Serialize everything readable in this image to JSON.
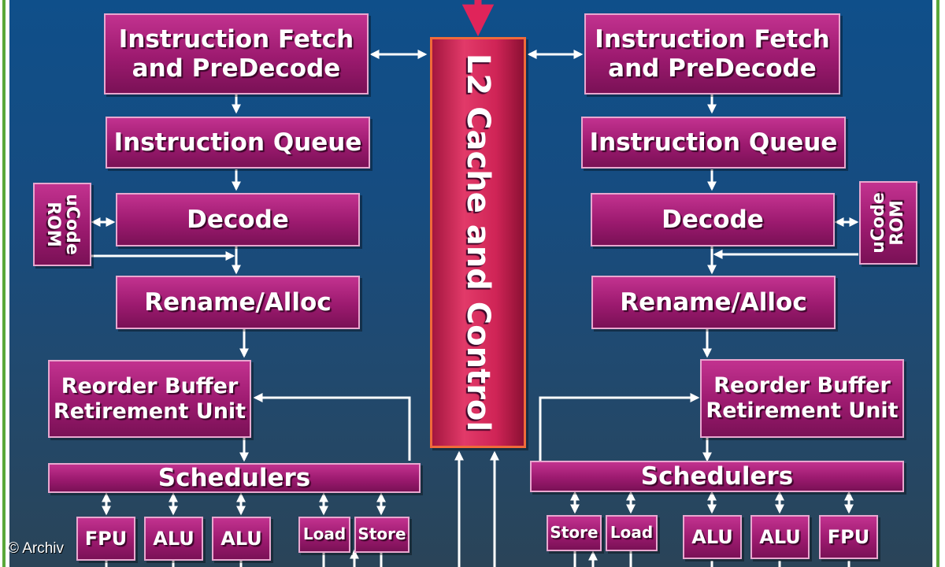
{
  "left_core": {
    "fetch": "Instruction Fetch\nand PreDecode",
    "queue": "Instruction Queue",
    "ucode": "uCode\nROM",
    "decode": "Decode",
    "rename": "Rename/Alloc",
    "rob": "Reorder Buffer\nRetirement Unit",
    "schedulers": "Schedulers",
    "units": [
      "FPU",
      "ALU",
      "ALU",
      "Load",
      "Store"
    ]
  },
  "right_core": {
    "fetch": "Instruction Fetch\nand PreDecode",
    "queue": "Instruction Queue",
    "ucode": "uCode\nROM",
    "decode": "Decode",
    "rename": "Rename/Alloc",
    "rob": "Reorder Buffer\nRetirement Unit",
    "schedulers": "Schedulers",
    "units": [
      "Store",
      "Load",
      "ALU",
      "ALU",
      "FPU"
    ]
  },
  "l2": "L2 Cache and Control",
  "credit": "© Archiv",
  "colors": {
    "block": "#a3207a",
    "l2": "#d62a5a",
    "background": "#164c80",
    "frame": "#5aa83a",
    "arrows": "#ffffff"
  }
}
